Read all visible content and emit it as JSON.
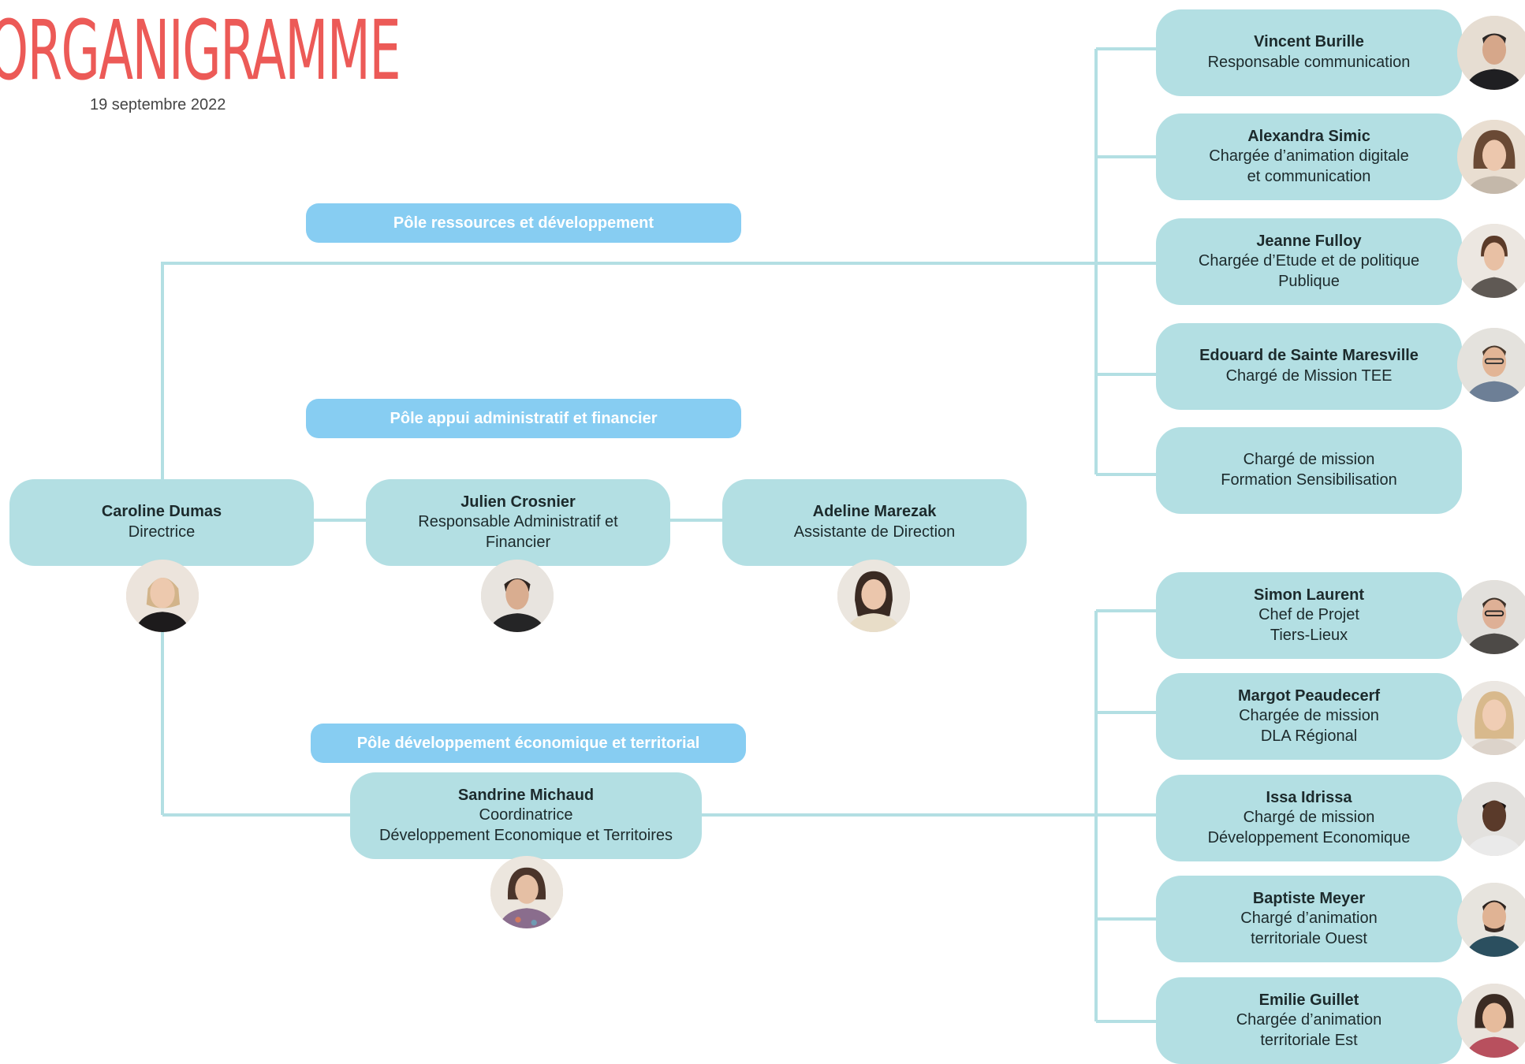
{
  "header": {
    "title": "ORGANIGRAMME",
    "date": "19 septembre 2022"
  },
  "colors": {
    "title": "#ec5a57",
    "pole": "#87cdf2",
    "card": "#b3dfe3",
    "line": "#b3dfe3"
  },
  "poles": {
    "ressources": "Pôle ressources et développement",
    "administratif": "Pôle appui administratif et financier",
    "economique": "Pôle développement économique et territorial"
  },
  "direction": {
    "caroline": {
      "name": "Caroline Dumas",
      "role": "Directrice"
    },
    "julien": {
      "name": "Julien Crosnier",
      "role": "Responsable Administratif et Financier"
    },
    "adeline": {
      "name": "Adeline Marezak",
      "role": "Assistante de Direction"
    },
    "sandrine": {
      "name": "Sandrine Michaud",
      "role": "Coordinatrice\nDéveloppement Economique et Territoires"
    }
  },
  "ressources_team": [
    {
      "name": "Vincent Burille",
      "role": "Responsable communication"
    },
    {
      "name": "Alexandra Simic",
      "role": "Chargée d’animation digitale\net communication"
    },
    {
      "name": "Jeanne Fulloy",
      "role": "Chargée d’Etude et de politique\nPublique"
    },
    {
      "name": "Edouard de Sainte Maresville",
      "role": "Chargé de Mission TEE"
    },
    {
      "name": "",
      "role": "Chargé de mission\nFormation Sensibilisation"
    }
  ],
  "economique_team": [
    {
      "name": "Simon Laurent",
      "role": "Chef de Projet\nTiers-Lieux"
    },
    {
      "name": "Margot Peaudecerf",
      "role": "Chargée de mission\nDLA Régional"
    },
    {
      "name": "Issa Idrissa",
      "role": "Chargé de mission\nDéveloppement Economique"
    },
    {
      "name": "Baptiste Meyer",
      "role": "Chargé d’animation\nterritoriale Ouest"
    },
    {
      "name": "Emilie Guillet",
      "role": "Chargée d’animation\nterritoriale Est"
    }
  ]
}
